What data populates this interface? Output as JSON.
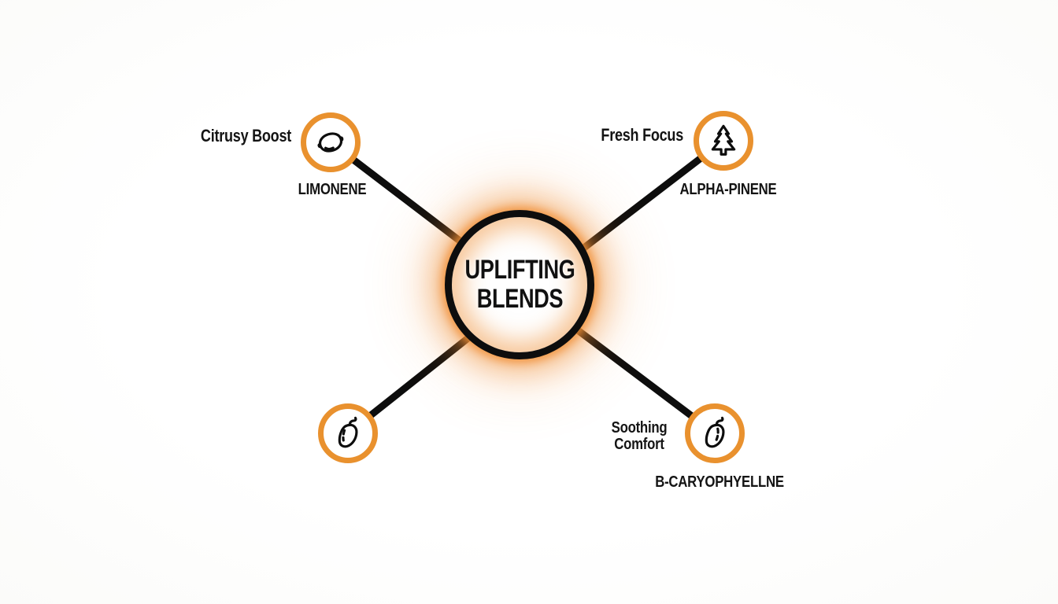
{
  "diagram_title": "Uplifting Blends terpene mind map",
  "colors": {
    "accent": "#E9912E",
    "ink": "#0D0D0D",
    "glow": "#F08F36",
    "background": "#FDFDFC"
  },
  "center": {
    "line1": "UPLIFTING",
    "line2": "BLENDS"
  },
  "nodes": [
    {
      "name": "Citrusy Boost",
      "compound": "LIMONENE",
      "icon": "lemon-icon"
    },
    {
      "name": "Fresh Focus",
      "compound": "ALPHA-PINENE",
      "icon": "pine-tree-icon"
    },
    {
      "name": "",
      "compound": "",
      "icon": "pepper-icon"
    },
    {
      "name": "Soothing Comfort",
      "compound": "B-CARYOPHYELLNE",
      "icon": "pepper-icon"
    }
  ]
}
